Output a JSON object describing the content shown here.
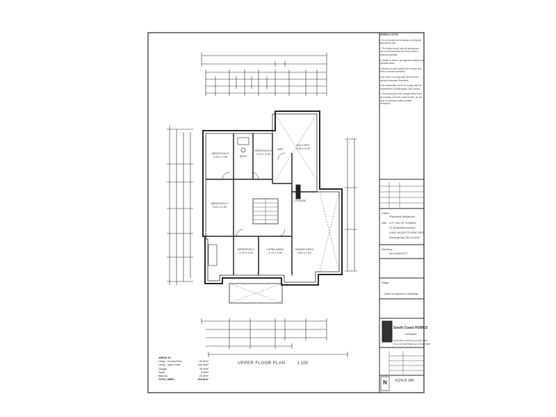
{
  "drawing": {
    "title": "UPPER FLOOR PLAN",
    "scale": "1:100",
    "north_symbol": "N"
  },
  "notes": {
    "heading": "GENERAL NOTES",
    "items": [
      "1. Do not scale from drawings. Use figured dimensions only.",
      "2. The Builder shall verify all dimensions prior to commencement of any works or ordering materials.",
      "3. Builder to refer to all engineers details and hydraulic plans.",
      "4. Window & door heights are nominal only. Refer to window schedule.",
      "5. All works to comply with the BCA and relevant Australian Standards.",
      "6. All construction works to comply with the requirements of Wollongong City Council.",
      "7. This drawing and the designs therein are the property of South Coast Homes. Do not copy or reproduce without written permission."
    ]
  },
  "rooms": [
    {
      "id": "bedroom-3",
      "name": "BEDROOM 3",
      "size": "3.20 x 3.35"
    },
    {
      "id": "bath",
      "name": "BATH",
      "size": ""
    },
    {
      "id": "bedroom-2",
      "name": "BEDROOM 2",
      "size": "3.20 x 3.35"
    },
    {
      "id": "wir",
      "name": "WIR",
      "size": ""
    },
    {
      "id": "balcony",
      "name": "BALCONY",
      "size": "3.85 x 6.30"
    },
    {
      "id": "bedroom-4",
      "name": "BEDROOM 4",
      "size": "3.40 x 3.35"
    },
    {
      "id": "lounge",
      "name": "LOUNGE",
      "size": ""
    },
    {
      "id": "bedroom-1",
      "name": "BEDROOM 1",
      "size": "3.70 x 4.30"
    },
    {
      "id": "living",
      "name": "LIVING AREA",
      "size": "4.70 x 4.50"
    },
    {
      "id": "dining",
      "name": "DINING AREA",
      "size": "3.60 x 4.50"
    }
  ],
  "area_schedule": {
    "heading": "AREAS m²",
    "rows": [
      {
        "label": "Living - Ground Floor",
        "value": "90.97m²"
      },
      {
        "label": "Living - Upper Floor",
        "value": "108.38m²"
      },
      {
        "label": "Garage",
        "value": "36.05m²"
      },
      {
        "label": "Porch",
        "value": "3.25m²"
      },
      {
        "label": "Balcony",
        "value": "24.26m²"
      },
      {
        "label": "TOTAL AREA",
        "value": "263.91m²"
      }
    ]
  },
  "title_block": {
    "client_label": "Client:",
    "client": "Proposed Residence",
    "site_label": "Site:",
    "site_lines": [
      "LOT 102 DP 1043000",
      "21 Whitefield Avenue",
      "LAKE HEIGHTS NSW 2502",
      "Wollongong City Council"
    ],
    "drawing_label": "Drawing:",
    "drawing": "DA 4 BUDGET",
    "stage_label": "Stage:",
    "stage": "Client Acceptance Drawings",
    "company_name": "South Coast HOMES",
    "company_tagline": "Unlimited",
    "company_address": "22 Burelli St, Wollongong NSW 2500",
    "company_phone": "Phone 02 4226 8999  Fax 02 4226 8988",
    "sheet_no": "SCHL/5 345"
  }
}
